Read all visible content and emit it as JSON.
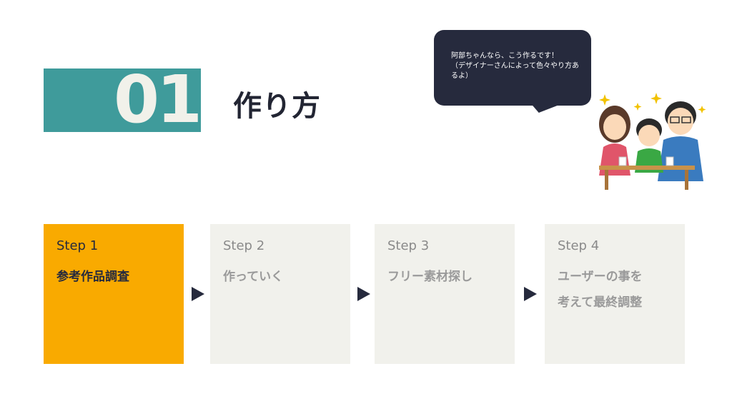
{
  "section": {
    "number": "01",
    "title": "作り方"
  },
  "speech_bubble": {
    "text": "阿部ちゃんなら、こう作るです！\n（デザイナーさんによって色々やり方あるよ）"
  },
  "illustration": {
    "icon": "family-illustration"
  },
  "steps": [
    {
      "label": "Step 1",
      "description": "参考作品調査",
      "active": true
    },
    {
      "label": "Step 2",
      "description": "作っていく",
      "active": false
    },
    {
      "label": "Step 3",
      "description": "フリー素材探し",
      "active": false
    },
    {
      "label": "Step 4",
      "description": "ユーザーの事を\n考えて最終調整",
      "active": false
    }
  ],
  "colors": {
    "teal": "#3f9b9b",
    "navy": "#262a3d",
    "active_step": "#f9aa00",
    "inactive_step": "#f1f1ec"
  }
}
